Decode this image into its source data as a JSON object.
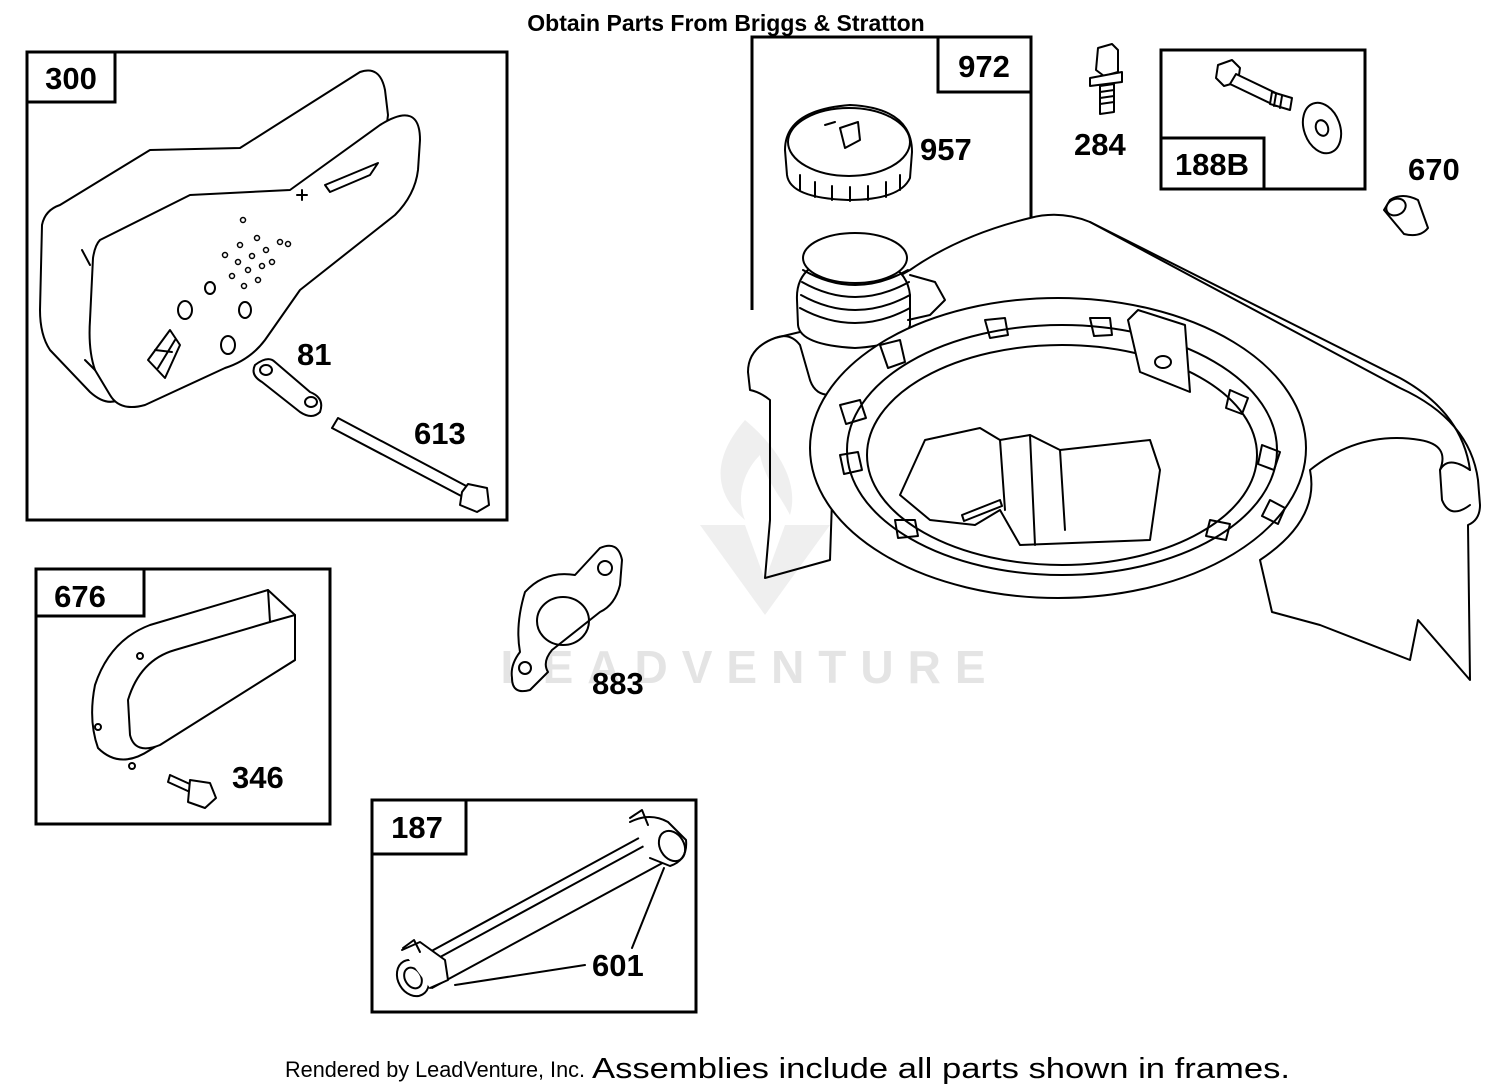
{
  "header": {
    "title": "Obtain Parts From Briggs & Stratton"
  },
  "frames": {
    "f300": "300",
    "f972": "972",
    "f188b": "188B",
    "f676": "676",
    "f187": "187"
  },
  "callouts": {
    "c81": "81",
    "c613": "613",
    "c957": "957",
    "c284": "284",
    "c670": "670",
    "c883": "883",
    "c346": "346",
    "c601": "601"
  },
  "watermark": {
    "text": "LEADVENTURE"
  },
  "footer": {
    "rendered_by": "Rendered by LeadVenture, Inc.",
    "note": "Assemblies include all parts shown in frames."
  },
  "icons": [
    "muffler-icon",
    "fuel-cap-icon",
    "fuel-tank-blower-housing-icon",
    "gasket-icon",
    "muffler-guard-icon",
    "fuel-line-icon",
    "screw-icon",
    "spacer-icon",
    "leadventure-logo-icon"
  ]
}
